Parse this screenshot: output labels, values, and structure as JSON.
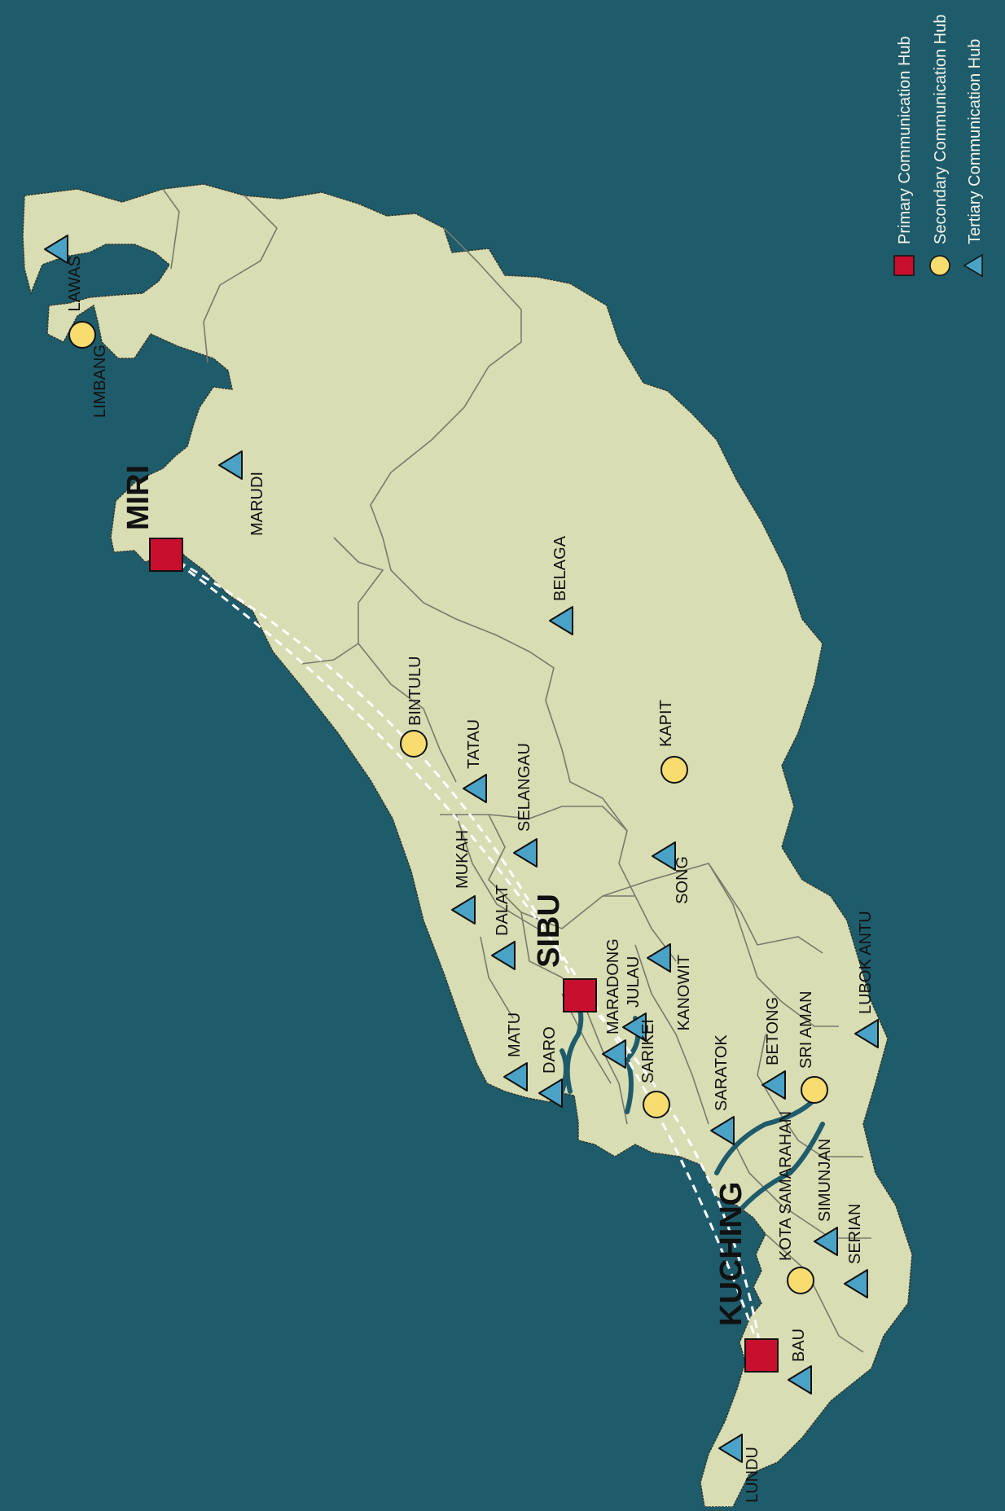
{
  "colors": {
    "sea": "#1e5b6b",
    "land": "#d9ddb3",
    "land_border": "#7a7a6c",
    "primary": "#c8102e",
    "secondary": "#f7dc6f",
    "tertiary": "#4aa3c6",
    "link": "#ffffff"
  },
  "legend": {
    "items": [
      {
        "label": "Primary Communication Hub",
        "symbol": "square-red-icon"
      },
      {
        "label": "Secondary Communication Hub",
        "symbol": "circle-yellow-icon"
      },
      {
        "label": "Tertiary Communication Hub",
        "symbol": "triangle-blue-icon"
      }
    ]
  },
  "hubs": {
    "primary": [
      "MIRI",
      "SIBU",
      "KUCHING"
    ],
    "secondary": [
      "LIMBANG",
      "BINTULU",
      "KAPIT",
      "SARIKEI",
      "SRI AMAN",
      "KOTA SAMARAHAN"
    ],
    "tertiary": [
      "LAWAS",
      "MARUDI",
      "BELAGA",
      "TATAU",
      "SELANGAU",
      "MUKAH",
      "SONG",
      "DALAT",
      "KANOWIT",
      "MARADONG",
      "JULAU",
      "MATU",
      "DARO",
      "SARATOK",
      "BETONG",
      "LUBOK ANTU",
      "SIMUNJAN",
      "SERIAN",
      "BAU",
      "LUNDU"
    ]
  },
  "links": [
    [
      "MIRI",
      "SIBU"
    ],
    [
      "MIRI",
      "KUCHING"
    ],
    [
      "SIBU",
      "KUCHING"
    ]
  ]
}
